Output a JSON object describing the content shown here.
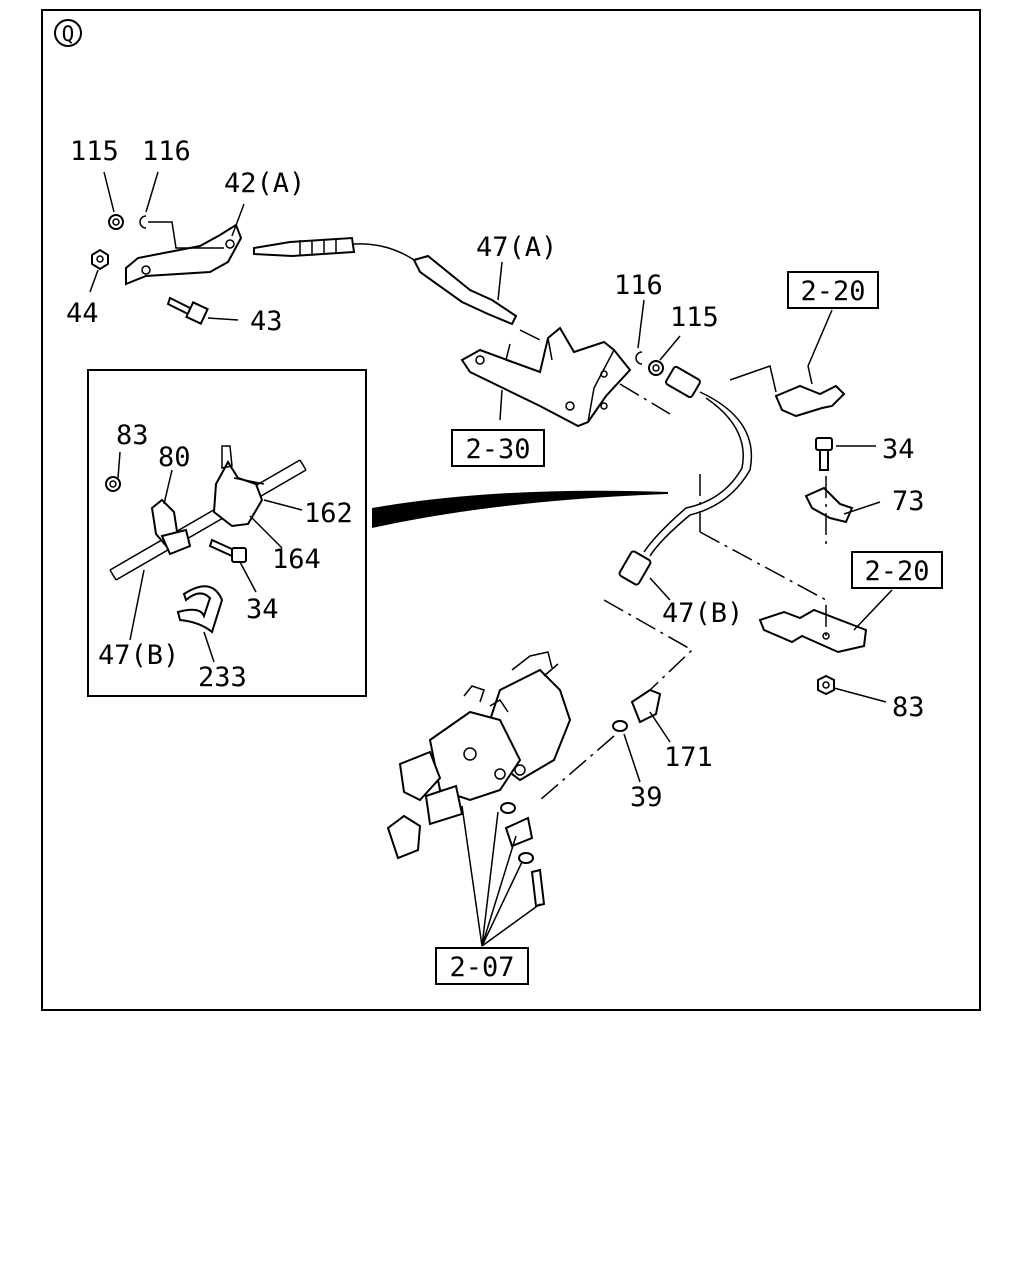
{
  "view_marker": "Q",
  "labels": {
    "p115_top": "115",
    "p116_top": "116",
    "p42a": "42(A)",
    "p44": "44",
    "p43": "43",
    "p47a": "47(A)",
    "p116_mid": "116",
    "p115_mid": "115",
    "p34_right": "34",
    "p73": "73",
    "p47b_main": "47(B)",
    "p83_right": "83",
    "p171": "171",
    "p39": "39",
    "inset_83": "83",
    "inset_80": "80",
    "inset_162": "162",
    "inset_164": "164",
    "inset_34": "34",
    "inset_47b": "47(B)",
    "inset_233": "233"
  },
  "refs": {
    "r2_20_top": "2-20",
    "r2_30": "2-30",
    "r2_20_mid": "2-20",
    "r2_07": "2-07"
  },
  "colors": {
    "ink": "#000000",
    "paper": "#ffffff"
  }
}
